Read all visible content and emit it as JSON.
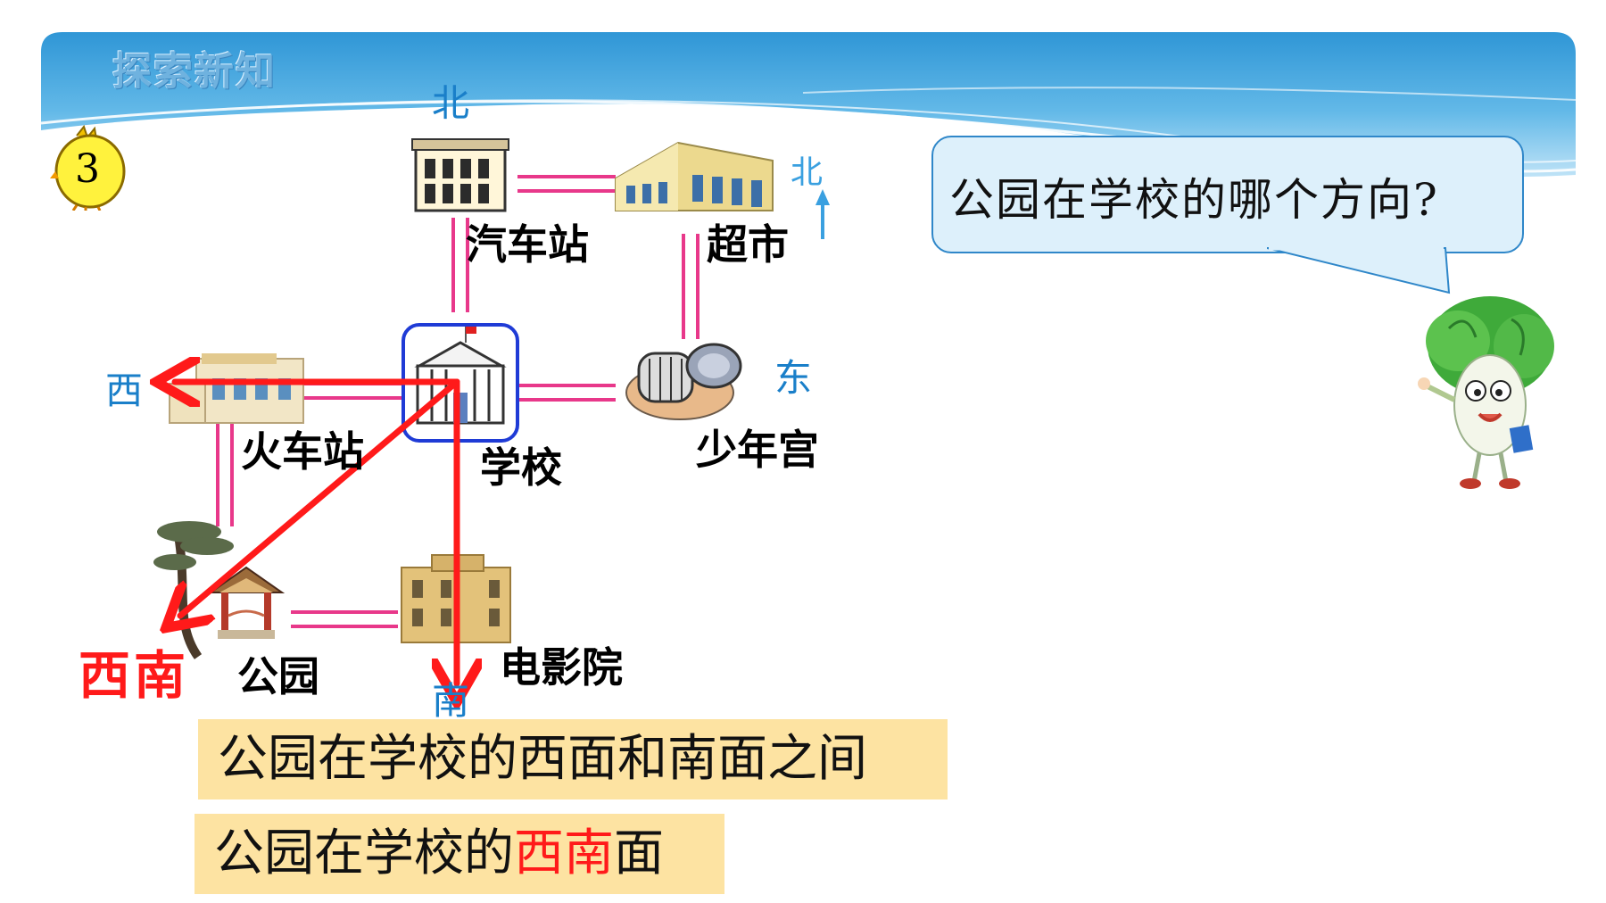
{
  "header": {
    "section_title": "探索新知"
  },
  "badge": {
    "number": "3"
  },
  "compass": {
    "north": "北",
    "south": "南",
    "east": "东",
    "west": "西",
    "legend_north": "北"
  },
  "places": {
    "bus_station": "汽车站",
    "supermarket": "超市",
    "train_station": "火车站",
    "school": "学校",
    "youth_palace": "少年宫",
    "park": "公园",
    "cinema": "电影院"
  },
  "direction_label": "西南",
  "question": "公园在学校的哪个方向?",
  "answers": {
    "line1": "公园在学校的西面和南面之间",
    "line2_prefix": "公园在学校的",
    "line2_highlight": "西南",
    "line2_suffix": "面"
  },
  "colors": {
    "header_blue": "#4aa6de",
    "road_pink": "#e8388a",
    "arrow_red": "#ff1a1a",
    "compass_blue": "#1a7fc9",
    "answer_bg": "#fde3a2",
    "bubble_bg": "#ddf0fb"
  },
  "icons": [
    "chick-icon",
    "bus-station-building-icon",
    "supermarket-building-icon",
    "train-station-building-icon",
    "school-building-icon",
    "youth-palace-building-icon",
    "park-pavilion-icon",
    "cinema-building-icon",
    "cabbage-mascot-icon",
    "north-arrow-icon"
  ]
}
